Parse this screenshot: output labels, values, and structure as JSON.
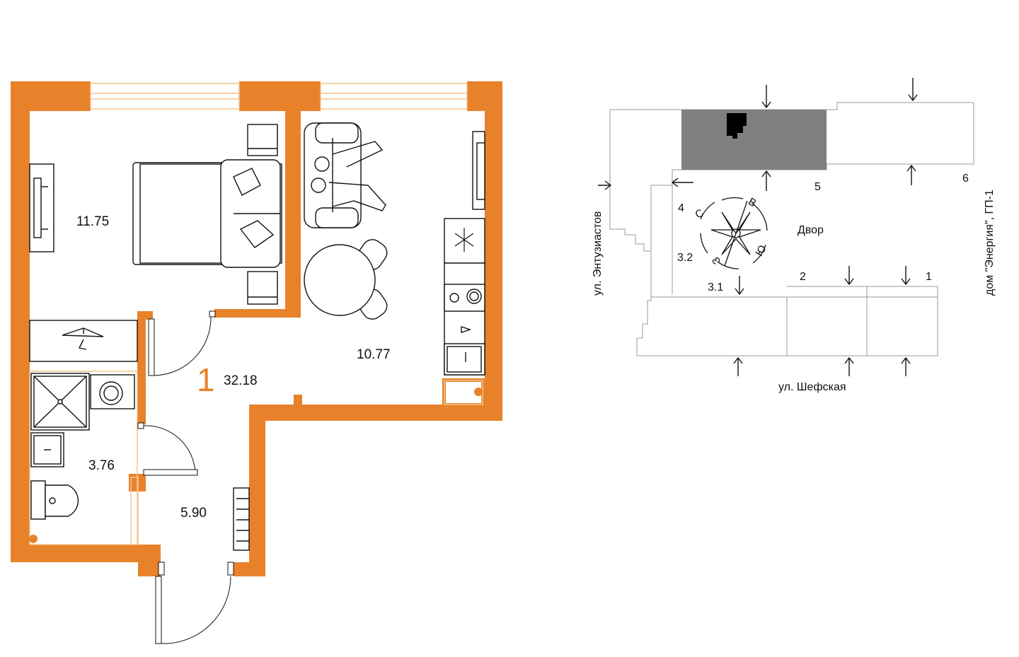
{
  "colors": {
    "wall": "#E8822A",
    "building_block": "#808080",
    "line": "#111111",
    "fixture": "#F3C48E"
  },
  "plan": {
    "rooms_count": "1",
    "total_area": "32.18",
    "room_areas": {
      "bedroom": "11.75",
      "living_kitchen": "10.77",
      "bathroom": "3.76",
      "hall": "5.90"
    },
    "icons": [
      "bed-icon",
      "sofa-icon",
      "people-icon",
      "dining-table-icon",
      "fridge-icon",
      "stove-icon",
      "sink-icon",
      "wardrobe-icon",
      "shower-icon",
      "washing-machine-icon",
      "toilet-icon",
      "tv-icon",
      "radiator-icon"
    ]
  },
  "site_plan": {
    "streets": {
      "left": "ул. Энтузиастов",
      "bottom": "ул. Шефская",
      "right": "дом \"Энергия\", ГП-1"
    },
    "courtyard": "Двор",
    "sections": [
      "1",
      "2",
      "3.1",
      "3.2",
      "4",
      "5",
      "6"
    ],
    "compass": {
      "north": "С",
      "east": "В",
      "south": "Ю",
      "west": "З"
    }
  }
}
